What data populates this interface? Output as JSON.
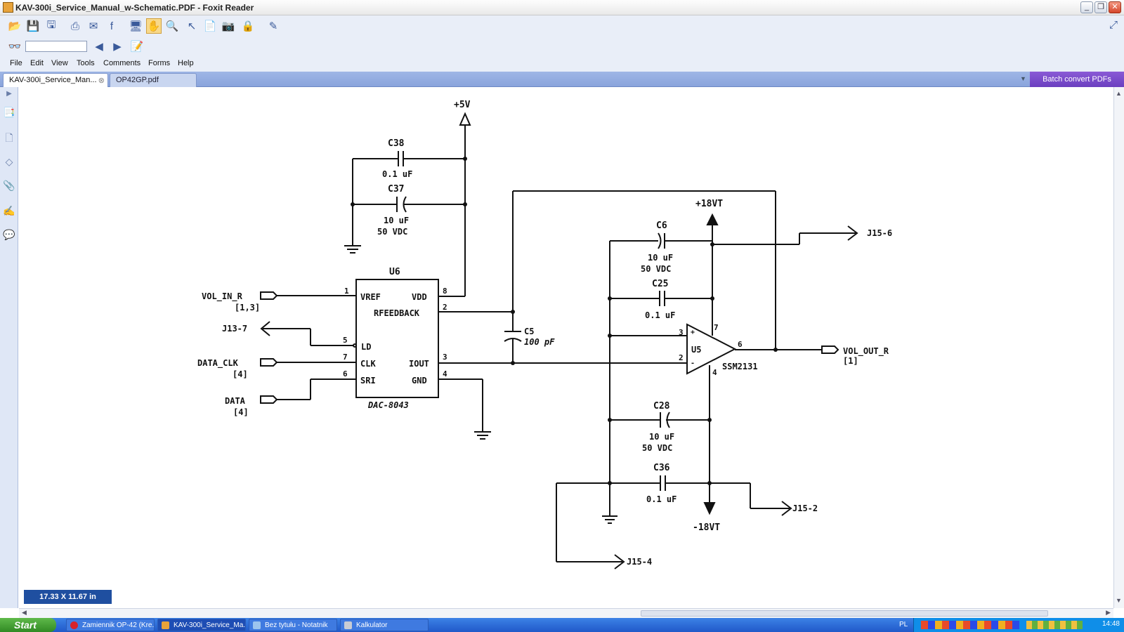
{
  "window": {
    "title": "KAV-300i_Service_Manual_w-Schematic.PDF - Foxit Reader"
  },
  "menu": [
    "File",
    "Edit",
    "View",
    "Tools",
    "Comments",
    "Forms",
    "Help"
  ],
  "tabs": [
    {
      "label": "KAV-300i_Service_Man..."
    },
    {
      "label": "OP42GP.pdf"
    }
  ],
  "batch_label": "Batch convert PDFs",
  "status": {
    "page_size": "17.33 X 11.67 in"
  },
  "schematic": {
    "supplies": {
      "p5v": "+5V",
      "p18": "+18VT",
      "m18": "-18VT"
    },
    "components": {
      "c38": {
        "ref": "C38",
        "val": "0.1 uF"
      },
      "c37": {
        "ref": "C37",
        "val": "10 uF",
        "volt": "50 VDC"
      },
      "c6": {
        "ref": "C6",
        "val": "10 uF",
        "volt": "50 VDC"
      },
      "c25": {
        "ref": "C25",
        "val": "0.1 uF"
      },
      "c5": {
        "ref": "C5",
        "val": "100 pF"
      },
      "c28": {
        "ref": "C28",
        "val": "10 uF",
        "volt": "50 VDC"
      },
      "c36": {
        "ref": "C36",
        "val": "0.1 uF"
      }
    },
    "u6": {
      "ref": "U6",
      "part": "DAC-8043",
      "pins": {
        "vref": "VREF",
        "vdd": "VDD",
        "rfb": "RFEEDBACK",
        "ld": "LD",
        "clk": "CLK",
        "iout": "IOUT",
        "sri": "SRI",
        "gnd": "GND"
      },
      "nums": {
        "p1": "1",
        "p8": "8",
        "p2": "2",
        "p5": "5",
        "p7": "7",
        "p3": "3",
        "p6": "6",
        "p4": "4"
      }
    },
    "u5": {
      "ref": "U5",
      "part": "SSM2131",
      "plus": "+",
      "minus": "-",
      "p3": "3",
      "p2": "2",
      "p6": "6",
      "p7": "7",
      "p4": "4"
    },
    "signals": {
      "vol_in": "VOL_IN_R",
      "vol_in_ref": "[1,3]",
      "j13": "J13-7",
      "data_clk": "DATA_CLK",
      "data_clk_ref": "[4]",
      "data": "DATA",
      "data_ref": "[4]",
      "vol_out": "VOL_OUT_R",
      "vol_out_ref": "[1]",
      "j15_6": "J15-6",
      "j15_2": "J15-2",
      "j15_4": "J15-4"
    }
  },
  "taskbar": {
    "start": "Start",
    "items": [
      {
        "label": "Zamiennik OP-42 (Kre...",
        "icon": "opera-icon"
      },
      {
        "label": "KAV-300i_Service_Ma...",
        "icon": "foxit-icon"
      },
      {
        "label": "Bez tytułu - Notatnik",
        "icon": "notepad-icon"
      },
      {
        "label": "Kalkulator",
        "icon": "calculator-icon"
      }
    ],
    "lang": "PL",
    "clock": "14:48"
  }
}
